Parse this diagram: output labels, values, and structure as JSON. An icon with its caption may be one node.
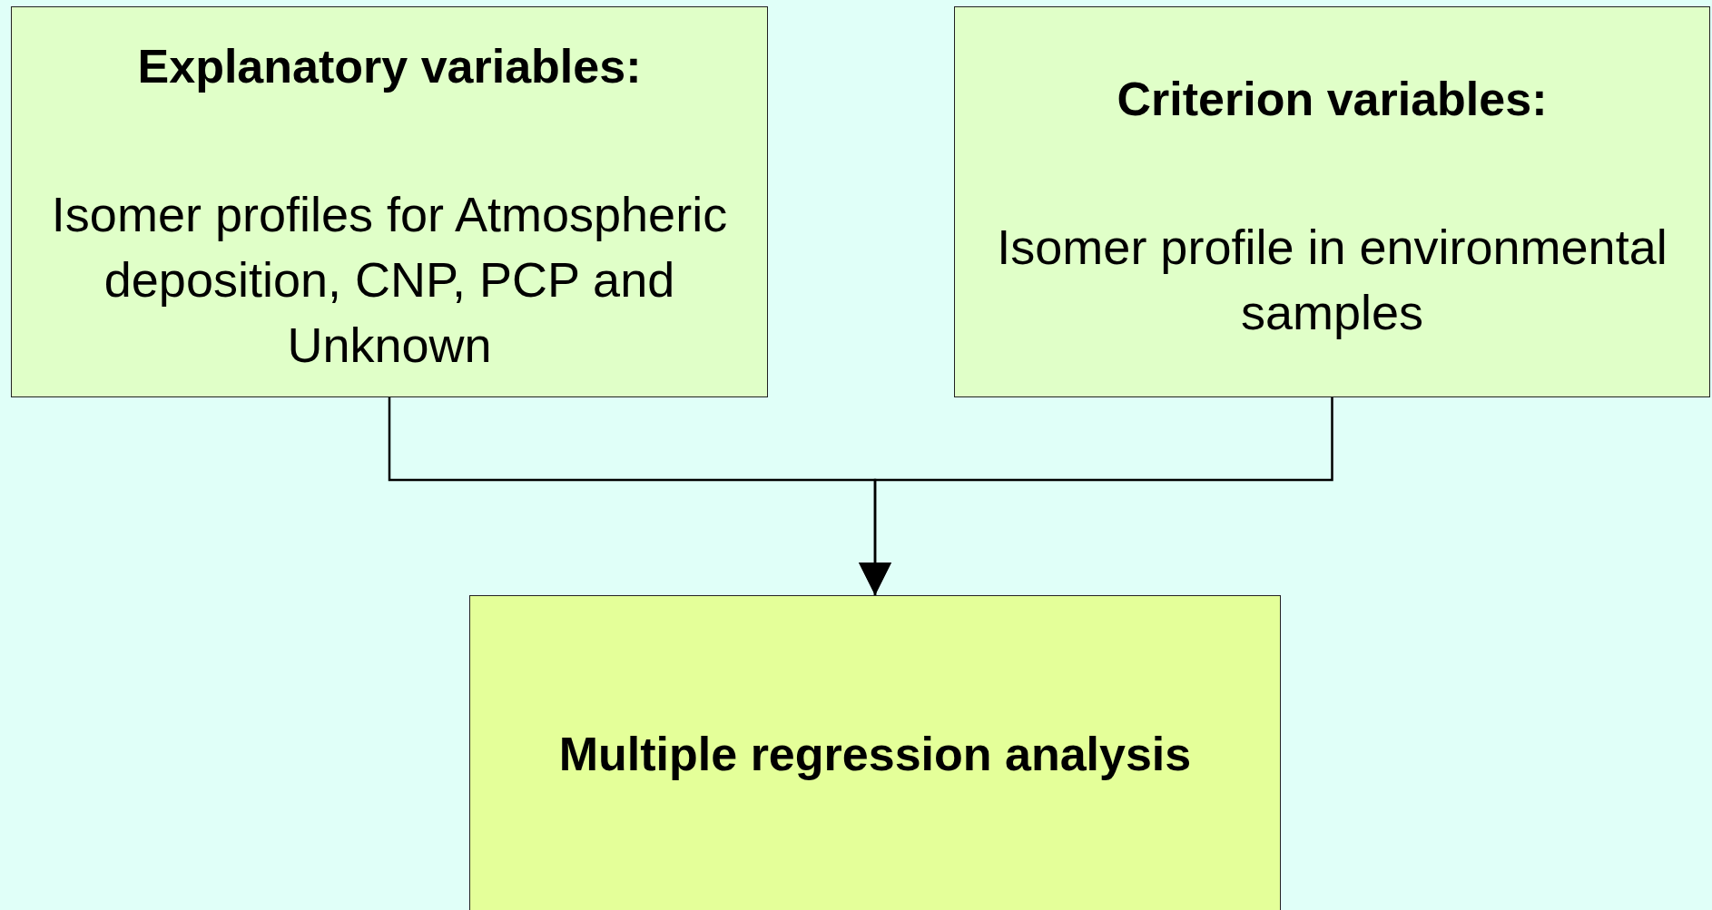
{
  "diagram": {
    "nodes": [
      {
        "text": [
          "Explanatory variables:",
          "Isomer profiles for Atmospheric deposition, CNP, PCP and Unknown"
        ]
      },
      {
        "text": [
          "Criterion variables:",
          "Isomer profile in environmental samples"
        ]
      },
      {
        "text": [
          "Multiple regression analysis"
        ]
      }
    ],
    "edges": [
      {
        "from": 0,
        "to": 2,
        "arrow": "to"
      },
      {
        "from": 1,
        "to": 2,
        "arrow": "to"
      }
    ]
  }
}
